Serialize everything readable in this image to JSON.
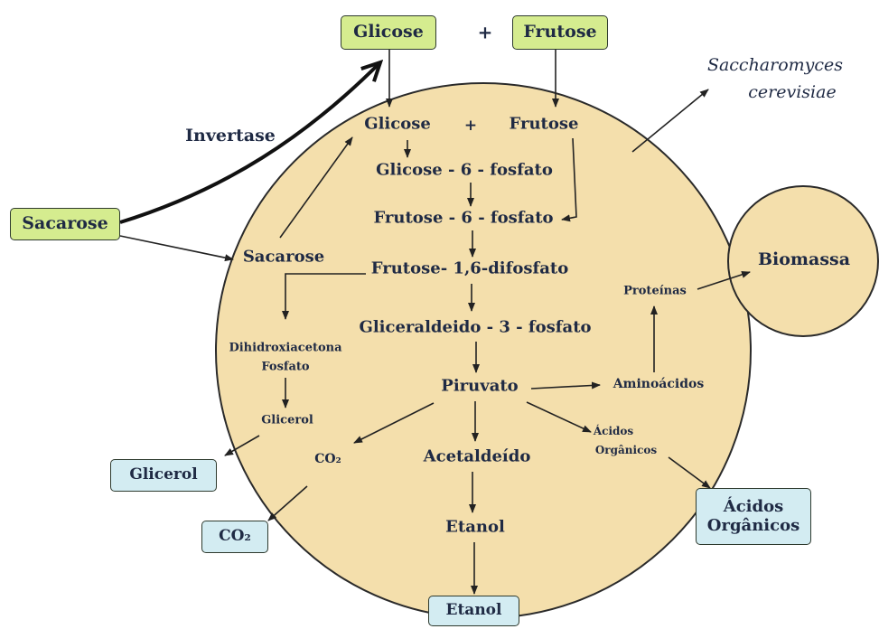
{
  "inputs": {
    "glucose": "Glicose",
    "plus": "+",
    "fructose": "Frutose",
    "sucrose": "Sacarose"
  },
  "labels": {
    "invertase": "Invertase",
    "organism_line1": "Saccharomyces",
    "organism_line2": "cerevisiae",
    "biomass": "Biomassa"
  },
  "cell": {
    "glucose": "Glicose",
    "plus": "+",
    "fructose": "Frutose",
    "g6p": "Glicose - 6 - fosfato",
    "f6p": "Frutose - 6 - fosfato",
    "f16bp": "Frutose- 1,6-difosfato",
    "g3p": "Gliceraldeido - 3 - fosfato",
    "sucrose": "Sacarose",
    "dhap_line1": "Dihidroxiacetona",
    "dhap_line2": "Fosfato",
    "glycerol": "Glicerol",
    "pyruvate": "Piruvato",
    "co2": "CO₂",
    "acetaldehyde": "Acetaldeído",
    "ethanol": "Etanol",
    "organic_acids_line1": "Ácidos",
    "organic_acids_line2": "Orgânicos",
    "amino_acids": "Aminoácidos",
    "proteins": "Proteínas"
  },
  "outputs": {
    "glycerol": "Glicerol",
    "co2": "CO₂",
    "ethanol": "Etanol",
    "organic_acids_line1": "Ácidos",
    "organic_acids_line2": "Orgânicos"
  },
  "colors": {
    "cell_fill": "#f4dfac",
    "input_box": "#d5ec8f",
    "output_box": "#d3ecf2",
    "text": "#1f2a44"
  }
}
